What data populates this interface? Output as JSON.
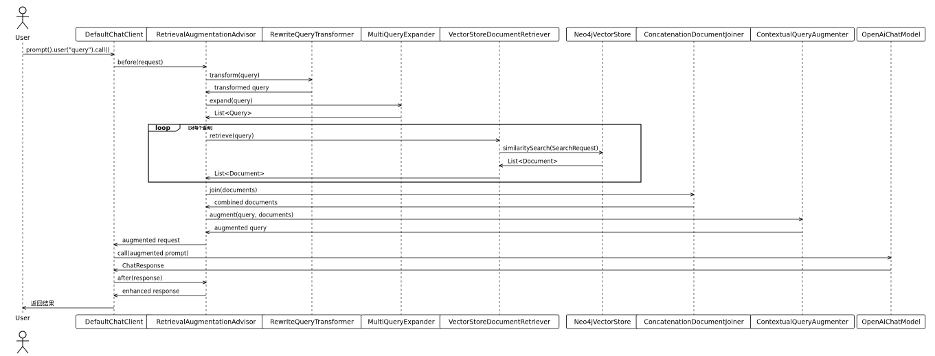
{
  "actor": {
    "name": "User"
  },
  "participants": [
    "DefaultChatClient",
    "RetrievalAugmentationAdvisor",
    "RewriteQueryTransformer",
    "MultiQueryExpander",
    "VectorStoreDocumentRetriever",
    "Neo4jVectorStore",
    "ConcatenationDocumentJoiner",
    "ContextualQueryAugmenter",
    "OpenAiChatModel"
  ],
  "messages": [
    {
      "from": 0,
      "to": 1,
      "label": "prompt().user(\"query\").call()",
      "dir": "right"
    },
    {
      "from": 1,
      "to": 2,
      "label": "before(request)",
      "dir": "right"
    },
    {
      "from": 2,
      "to": 3,
      "label": "transform(query)",
      "dir": "right"
    },
    {
      "from": 3,
      "to": 2,
      "label": "transformed query",
      "dir": "left"
    },
    {
      "from": 2,
      "to": 4,
      "label": "expand(query)",
      "dir": "right"
    },
    {
      "from": 4,
      "to": 2,
      "label": "List<Query>",
      "dir": "left"
    },
    {
      "from": 2,
      "to": 5,
      "label": "retrieve(query)",
      "dir": "right"
    },
    {
      "from": 5,
      "to": 6,
      "label": "similaritySearch(SearchRequest)",
      "dir": "right"
    },
    {
      "from": 6,
      "to": 5,
      "label": "List<Document>",
      "dir": "left"
    },
    {
      "from": 5,
      "to": 2,
      "label": "List<Document>",
      "dir": "left"
    },
    {
      "from": 2,
      "to": 7,
      "label": "join(documents)",
      "dir": "right"
    },
    {
      "from": 7,
      "to": 2,
      "label": "combined documents",
      "dir": "left"
    },
    {
      "from": 2,
      "to": 8,
      "label": "augment(query, documents)",
      "dir": "right"
    },
    {
      "from": 8,
      "to": 2,
      "label": "augmented query",
      "dir": "left"
    },
    {
      "from": 2,
      "to": 1,
      "label": "augmented request",
      "dir": "left"
    },
    {
      "from": 1,
      "to": 9,
      "label": "call(augmented prompt)",
      "dir": "right"
    },
    {
      "from": 9,
      "to": 1,
      "label": "ChatResponse",
      "dir": "left"
    },
    {
      "from": 1,
      "to": 2,
      "label": "after(response)",
      "dir": "right"
    },
    {
      "from": 2,
      "to": 1,
      "label": "enhanced response",
      "dir": "left"
    },
    {
      "from": 1,
      "to": 0,
      "label": "返回结果",
      "dir": "left"
    }
  ],
  "loop": {
    "label": "loop",
    "guard": "[对每个查询]",
    "first_message": 6,
    "last_message": 9
  }
}
